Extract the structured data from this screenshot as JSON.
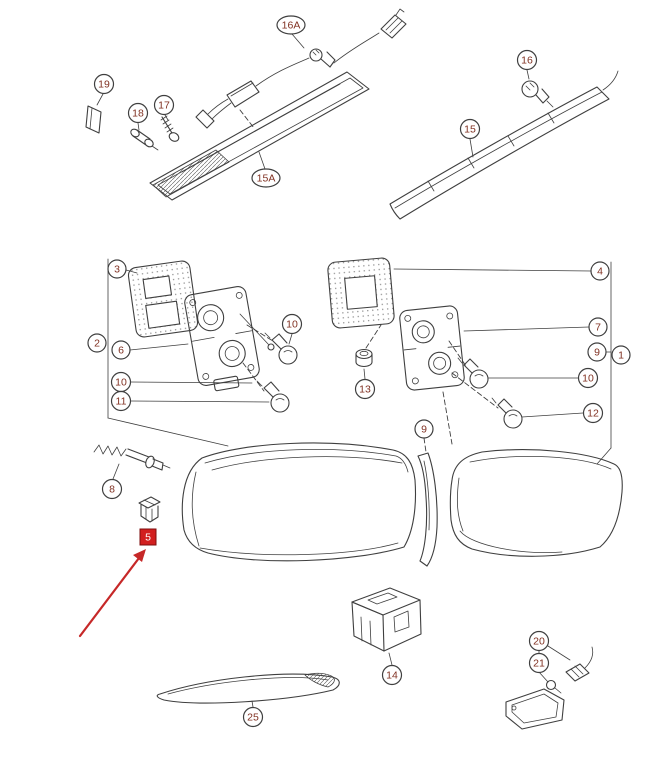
{
  "colors": {
    "line": "#3f3f3f",
    "callout_text": "#803122",
    "highlight_bg": "#d21f1f",
    "highlight_text": "#ffffff",
    "arrow": "#c62828",
    "background": "#ffffff"
  },
  "callouts": [
    {
      "key": "16A",
      "label": "16A"
    },
    {
      "key": "16",
      "label": "16"
    },
    {
      "key": "19",
      "label": "19"
    },
    {
      "key": "18",
      "label": "18"
    },
    {
      "key": "17",
      "label": "17"
    },
    {
      "key": "15",
      "label": "15"
    },
    {
      "key": "15A",
      "label": "15A"
    },
    {
      "key": "3",
      "label": "3"
    },
    {
      "key": "4",
      "label": "4"
    },
    {
      "key": "2",
      "label": "2"
    },
    {
      "key": "6",
      "label": "6"
    },
    {
      "key": "10-upper-left",
      "label": "10"
    },
    {
      "key": "7",
      "label": "7"
    },
    {
      "key": "9-right-column",
      "label": "9"
    },
    {
      "key": "1",
      "label": "1"
    },
    {
      "key": "10-right",
      "label": "10"
    },
    {
      "key": "13",
      "label": "13"
    },
    {
      "key": "10-left-column",
      "label": "10"
    },
    {
      "key": "11",
      "label": "11"
    },
    {
      "key": "12",
      "label": "12"
    },
    {
      "key": "9-trim-strip",
      "label": "9"
    },
    {
      "key": "8",
      "label": "8"
    },
    {
      "key": "5",
      "label": "5",
      "highlighted": true
    },
    {
      "key": "14",
      "label": "14"
    },
    {
      "key": "25",
      "label": "25"
    },
    {
      "key": "20",
      "label": "20"
    },
    {
      "key": "21",
      "label": "21"
    }
  ]
}
